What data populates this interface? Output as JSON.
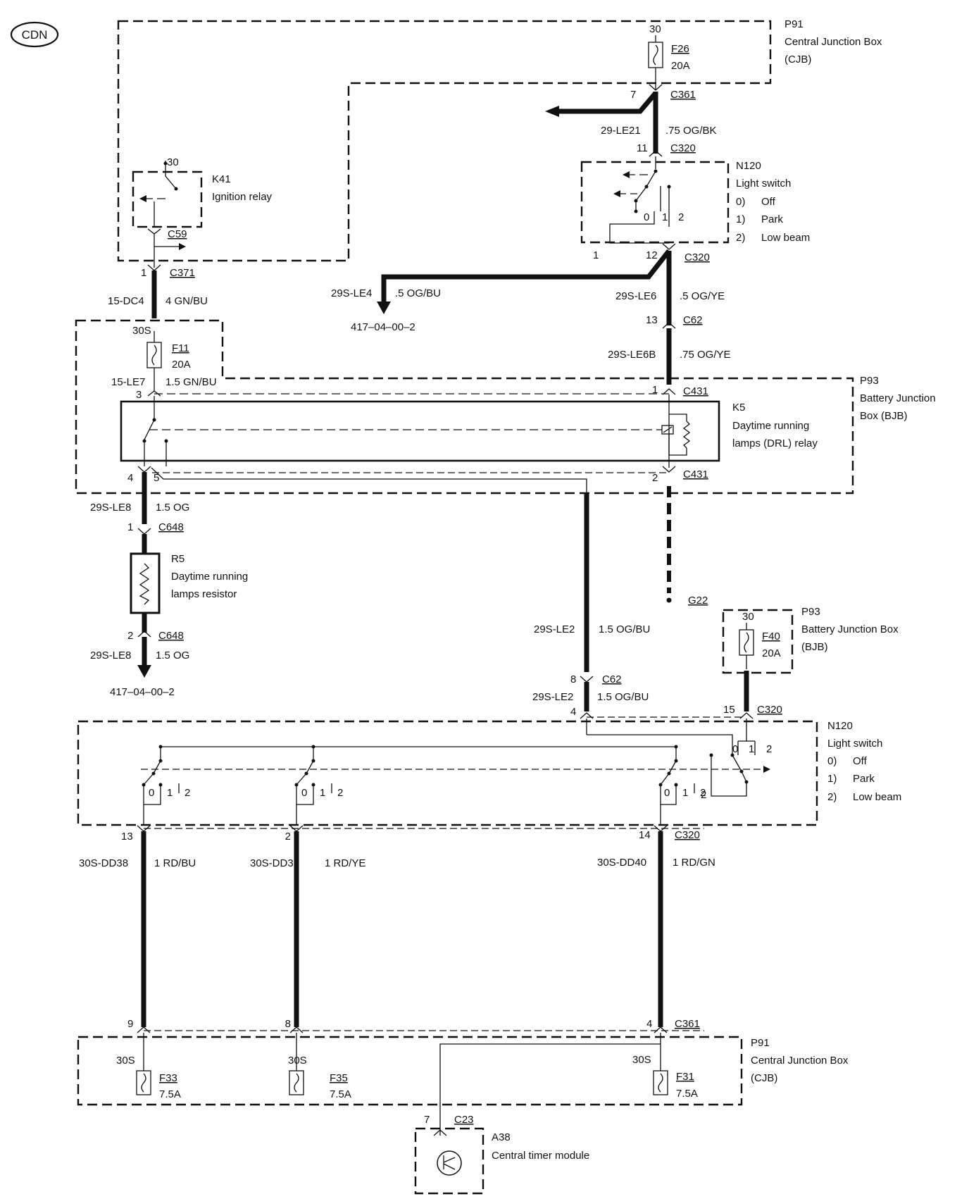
{
  "logo": {
    "region": "CDN"
  },
  "components": {
    "p91_top": {
      "code": "P91",
      "name": "Central Junction Box",
      "abbr": "(CJB)"
    },
    "f26": {
      "pin": "30",
      "name": "F26",
      "rating": "20A"
    },
    "k41": {
      "pin": "30",
      "code": "K41",
      "name": "Ignition relay"
    },
    "n120_top": {
      "code": "N120",
      "name": "Light switch",
      "pos0": "0)",
      "off": "Off",
      "pos1": "1)",
      "park": "Park",
      "pos2": "2)",
      "low": "Low beam",
      "p0": "0",
      "p1": "1",
      "p2": "2"
    },
    "f11": {
      "pin": "30S",
      "name": "F11",
      "rating": "20A"
    },
    "p93_mid": {
      "code": "P93",
      "name1": "Battery Junction",
      "name2": "Box (BJB)"
    },
    "k5": {
      "code": "K5",
      "name1": "Daytime running",
      "name2": "lamps (DRL) relay"
    },
    "r5": {
      "code": "R5",
      "name1": "Daytime running",
      "name2": "lamps resistor"
    },
    "g22": {
      "code": "G22"
    },
    "p93_right": {
      "pin": "30",
      "code": "P93",
      "name": "Battery Junction Box",
      "abbr": "(BJB)",
      "fuse": "F40",
      "rating": "20A"
    },
    "n120_bottom": {
      "code": "N120",
      "name": "Light switch",
      "pos0": "0)",
      "off": "Off",
      "pos1": "1)",
      "park": "Park",
      "pos2": "2)",
      "low": "Low beam",
      "p0": "0",
      "p1": "1",
      "p2": "2"
    },
    "p91_bottom": {
      "code": "P91",
      "name": "Central Junction Box",
      "abbr": "(CJB)"
    },
    "f33": {
      "pin": "30S",
      "name": "F33",
      "rating": "7.5A"
    },
    "f35": {
      "pin": "30S",
      "name": "F35",
      "rating": "7.5A"
    },
    "f31": {
      "pin": "30S",
      "name": "F31",
      "rating": "7.5A"
    },
    "a38": {
      "code": "A38",
      "name": "Central timer module"
    }
  },
  "connectors": {
    "c361_top": {
      "pin": "7",
      "code": "C361"
    },
    "c320_a": {
      "pin": "11",
      "code": "C320"
    },
    "c320_b": {
      "pin_left": "1",
      "pin": "12",
      "code": "C320"
    },
    "c59": {
      "code": "C59"
    },
    "c371": {
      "pin": "1",
      "code": "C371"
    },
    "c62_a": {
      "pin": "13",
      "code": "C62"
    },
    "c431_a": {
      "pin": "1",
      "code": "C431"
    },
    "c431_b": {
      "pin": "2",
      "code": "C431"
    },
    "k5_pins": {
      "p3": "3",
      "p4": "4",
      "p5": "5"
    },
    "c648_a": {
      "pin": "1",
      "code": "C648"
    },
    "c648_b": {
      "pin": "2",
      "code": "C648"
    },
    "c62_b": {
      "pin": "8",
      "code": "C62"
    },
    "c320_c": {
      "pin": "4"
    },
    "c320_d": {
      "pin": "15",
      "code": "C320"
    },
    "c320_e": {
      "pin_a": "13",
      "pin_b": "2",
      "pin": "14",
      "code": "C320"
    },
    "c361_bottom": {
      "pin_a": "9",
      "pin_b": "8",
      "pin": "4",
      "code": "C361"
    },
    "c23": {
      "pin": "7",
      "code": "C23"
    }
  },
  "wires": {
    "le21": {
      "circuit": "29-LE21",
      "spec": ".75 OG/BK"
    },
    "dc4": {
      "circuit": "15-DC4",
      "spec": "4 GN/BU"
    },
    "le4": {
      "circuit": "29S-LE4",
      "spec": ".5 OG/BU",
      "ref": "417–04–00–2"
    },
    "le6": {
      "circuit": "29S-LE6",
      "spec": ".5 OG/YE"
    },
    "le6b": {
      "circuit": "29S-LE6B",
      "spec": ".75 OG/YE"
    },
    "le7": {
      "circuit": "15-LE7",
      "spec": "1.5 GN/BU"
    },
    "le8_a": {
      "circuit": "29S-LE8",
      "spec": "1.5 OG"
    },
    "le8_b": {
      "circuit": "29S-LE8",
      "spec": "1.5 OG",
      "ref": "417–04–00–2"
    },
    "le2_a": {
      "circuit": "29S-LE2",
      "spec": "1.5 OG/BU"
    },
    "le2_b": {
      "circuit": "29S-LE2",
      "spec": "1.5 OG/BU"
    },
    "dd38": {
      "circuit": "30S-DD38",
      "spec": "1 RD/BU"
    },
    "dd37": {
      "circuit": "30S-DD37",
      "spec": "1 RD/YE"
    },
    "dd40": {
      "circuit": "30S-DD40",
      "spec": "1 RD/GN"
    }
  }
}
